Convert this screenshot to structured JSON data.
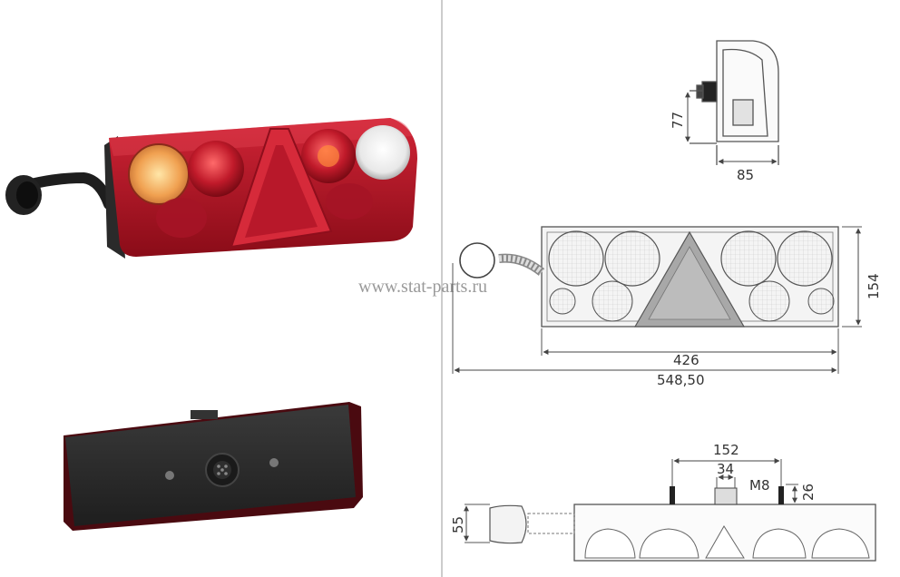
{
  "watermark": "www.stat-parts.ru",
  "dimensions": {
    "side_height": "77",
    "side_depth": "85",
    "front_height": "154",
    "front_body_width": "426",
    "front_total_width": "548,50",
    "bottom_bolt_spacing": "152",
    "bottom_connector_width": "34",
    "bottom_thread": "M8",
    "bottom_bolt_length": "26",
    "bottom_height": "55"
  },
  "colors": {
    "lamp_red": "#b3122a",
    "lamp_dark_red": "#6e0812",
    "amber": "#e0701a",
    "housing_black": "#2a2a2a",
    "drawing_line": "#555555"
  }
}
